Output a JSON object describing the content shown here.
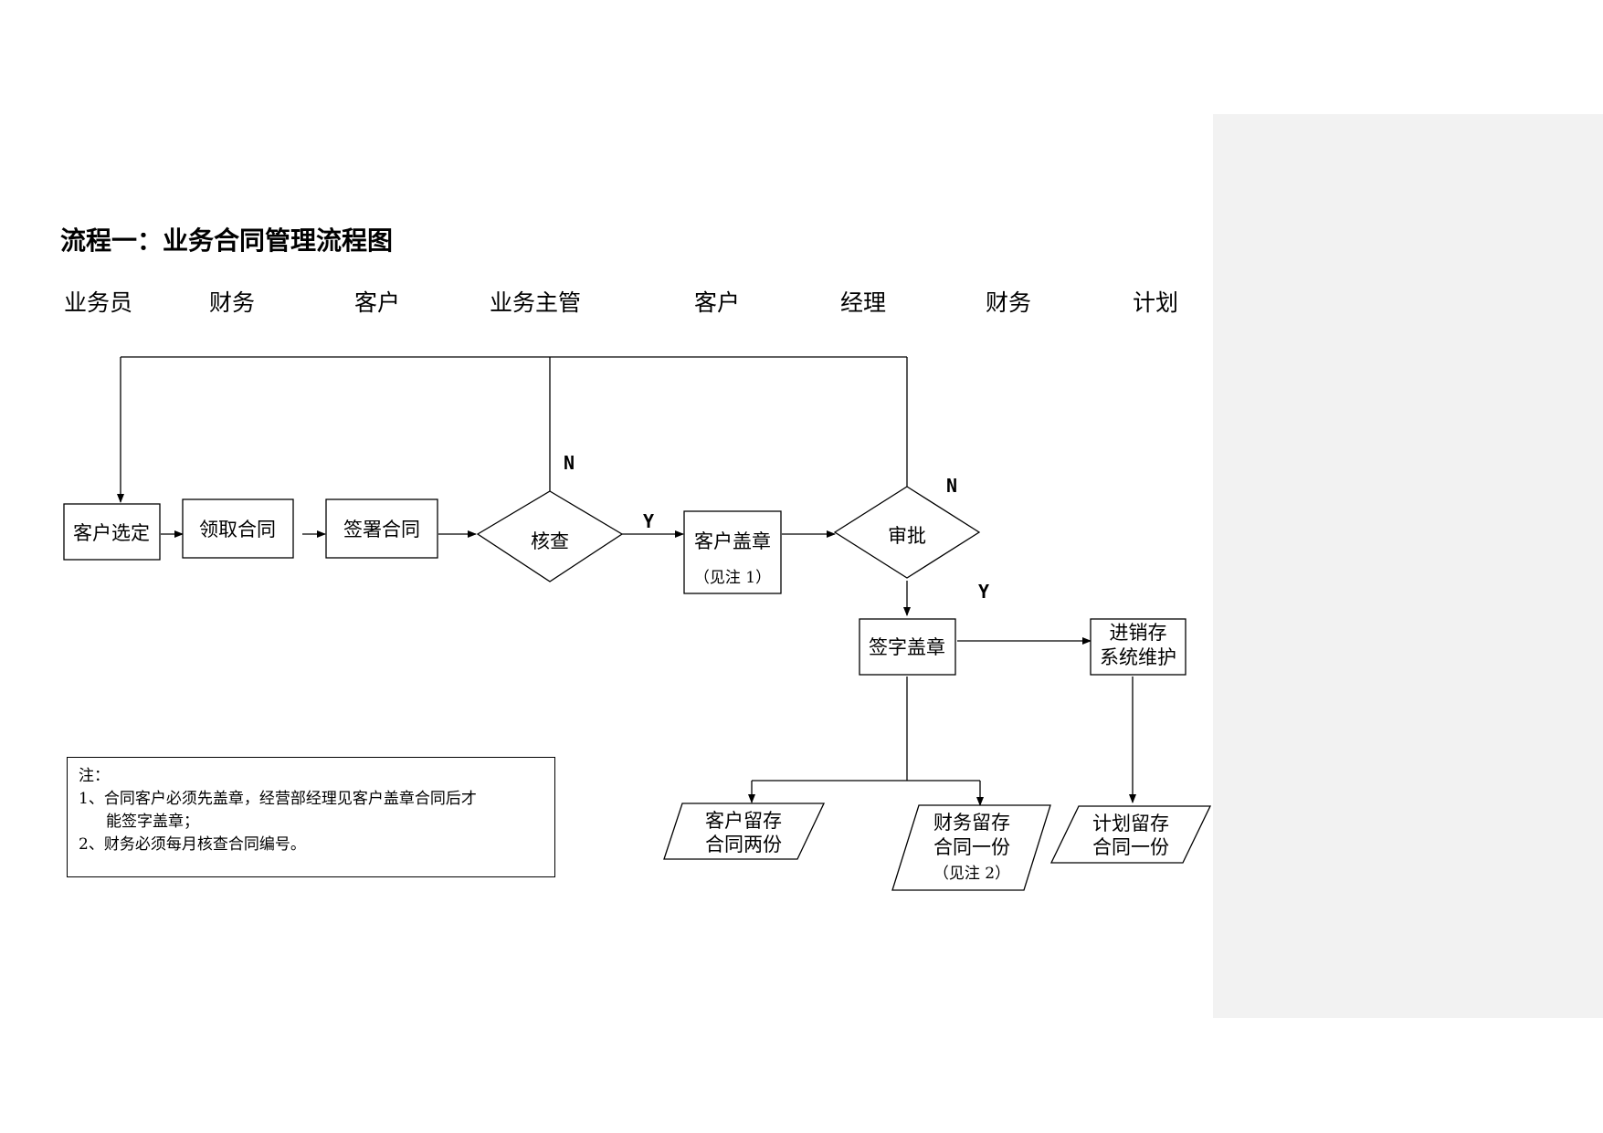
{
  "title": "流程一：业务合同管理流程图",
  "roles": [
    "业务员",
    "财务",
    "客户",
    "业务主管",
    "客户",
    "经理",
    "财务",
    "计划"
  ],
  "nodes": {
    "select_customer": "客户选定",
    "get_contract": "领取合同",
    "sign_contract": "签署合同",
    "check": "核查",
    "customer_stamp": "客户盖章",
    "customer_stamp_note": "（见注 1）",
    "approve": "审批",
    "sign_stamp": "签字盖章",
    "inventory_line1": "进销存",
    "inventory_line2": "系统维护",
    "customer_keep_line1": "客户留存",
    "customer_keep_line2": "合同两份",
    "finance_keep_line1": "财务留存",
    "finance_keep_line2": "合同一份",
    "finance_keep_note": "（见注 2）",
    "plan_keep_line1": "计划留存",
    "plan_keep_line2": "合同一份"
  },
  "labels": {
    "n1": "N",
    "y1": "Y",
    "n2": "N",
    "y2": "Y"
  },
  "notes": {
    "heading": "注：",
    "line1": "1、合同客户必须先盖章，经营部经理见客户盖章合同后才",
    "line1b": "能签字盖章；",
    "line2": "2、财务必须每月核查合同编号。"
  }
}
